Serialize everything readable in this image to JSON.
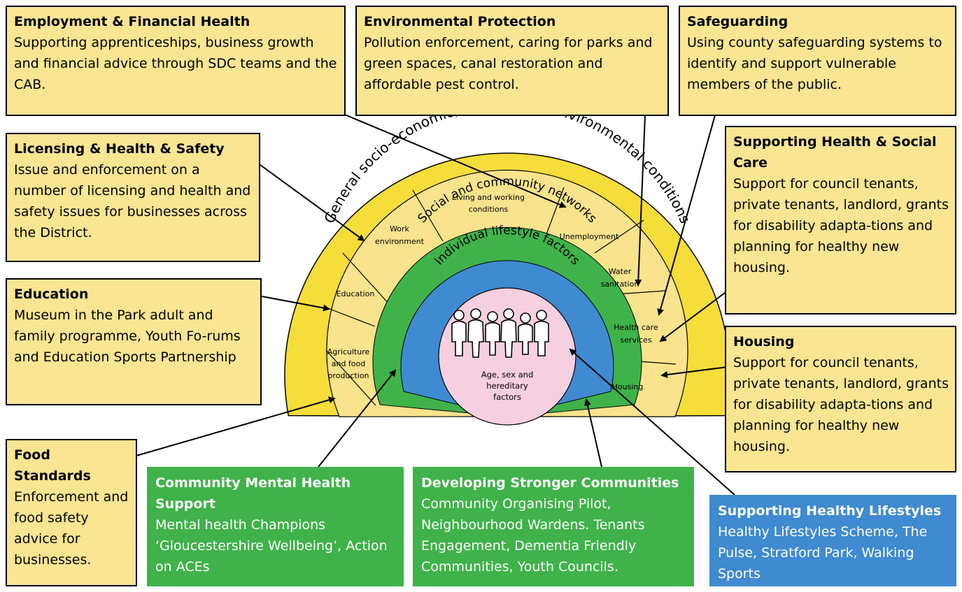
{
  "colors": {
    "yellow_box": "#f9e592",
    "outer_band": "#f5dd3a",
    "sector_fill": "#f9e38c",
    "green_band": "#3fb24a",
    "blue_band": "#3f8ad0",
    "core": "#f6cfe0"
  },
  "wheel": {
    "outer_label": "General socio-economic, cultural and environmental conditions",
    "social_label": "Social and community networks",
    "lifestyle_label": "Individual lifestyle factors",
    "core_label_1": "Age, sex and",
    "core_label_2": "hereditary",
    "core_label_3": "factors",
    "sectors": {
      "agriculture": [
        "Agriculture",
        "and food",
        "production"
      ],
      "education": [
        "Education"
      ],
      "work": [
        "Work",
        "environment"
      ],
      "living": [
        "Living and working",
        "conditions"
      ],
      "unemployment": [
        "Unemployment"
      ],
      "water": [
        "Water",
        "sanitation"
      ],
      "healthcare": [
        "Health care",
        "services"
      ],
      "housing": [
        "Housing"
      ]
    }
  },
  "boxes": {
    "employment": {
      "title": "Employment & Financial Health",
      "body": "Supporting apprenticeships, business growth and financial advice through SDC teams and the CAB."
    },
    "environmental": {
      "title": "Environmental Protection",
      "body": "Pollution enforcement, caring for parks and green spaces, canal restoration and affordable pest control."
    },
    "safeguarding": {
      "title": "Safeguarding",
      "body": "Using county safeguarding systems to identify and support vulnerable members of the public."
    },
    "licensing": {
      "title": "Licensing & Health & Safety",
      "body": "Issue and enforcement on a number of licensing and health and safety issues for businesses across the District."
    },
    "health_social_care": {
      "title": "Supporting Health & Social Care",
      "body": "Support for council  tenants, private tenants, landlord, grants for disability adapta-tions and planning for healthy new housing."
    },
    "education": {
      "title": "Education",
      "body": "Museum in the Park adult and family programme, Youth Fo-rums and Education Sports Partnership"
    },
    "housing": {
      "title": "Housing",
      "body": "Support for council tenants, private tenants, landlord, grants for disability adapta-tions and planning for healthy new housing."
    },
    "food": {
      "title": "Food Standards",
      "body": "Enforcement and food safety advice for businesses."
    },
    "mental_health": {
      "title": "Community Mental Health Support",
      "body": "Mental health Champions ‘Gloucestershire Wellbeing’, Action on ACEs"
    },
    "communities": {
      "title": "Developing Stronger Communities",
      "body": "Community Organising Pilot, Neighbourhood Wardens. Tenants Engagement, Dementia Friendly Communities, Youth Councils."
    },
    "lifestyles": {
      "title": "Supporting Healthy Lifestyles",
      "body": "Healthy Lifestyles Scheme, The Pulse, Stratford Park, Walking Sports"
    }
  }
}
